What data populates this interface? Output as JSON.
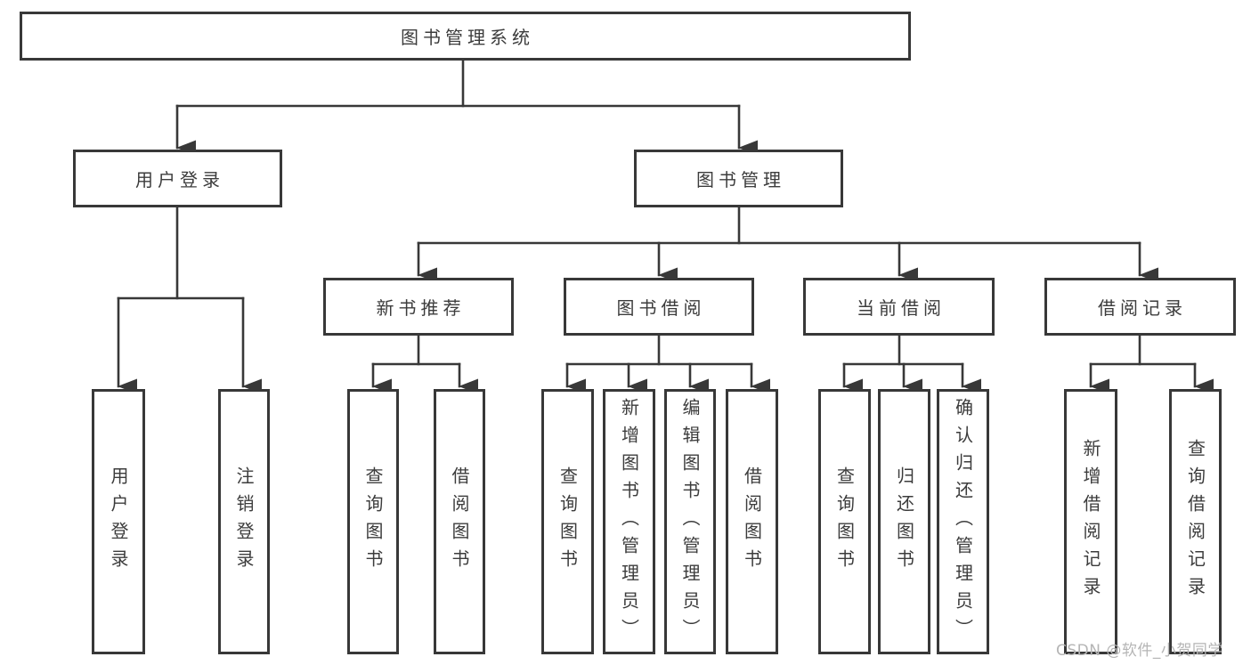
{
  "diagram": {
    "root": {
      "label": "图书管理系统"
    },
    "level2": [
      {
        "label": "用户登录"
      },
      {
        "label": "图书管理"
      }
    ],
    "level3": [
      {
        "label": "新书推荐",
        "parent": "图书管理"
      },
      {
        "label": "图书借阅",
        "parent": "图书管理"
      },
      {
        "label": "当前借阅",
        "parent": "图书管理"
      },
      {
        "label": "借阅记录",
        "parent": "图书管理"
      }
    ],
    "leaves": [
      {
        "label": "用户登录",
        "parent": "用户登录"
      },
      {
        "label": "注销登录",
        "parent": "用户登录"
      },
      {
        "label": "查询图书",
        "parent": "新书推荐"
      },
      {
        "label": "借阅图书",
        "parent": "新书推荐"
      },
      {
        "label": "查询图书",
        "parent": "图书借阅"
      },
      {
        "label": "新增图书（管理员）",
        "parent": "图书借阅"
      },
      {
        "label": "编辑图书（管理员）",
        "parent": "图书借阅"
      },
      {
        "label": "借阅图书",
        "parent": "图书借阅"
      },
      {
        "label": "查询图书",
        "parent": "当前借阅"
      },
      {
        "label": "归还图书",
        "parent": "当前借阅"
      },
      {
        "label": "确认归还（管理员）",
        "parent": "当前借阅"
      },
      {
        "label": "新增借阅记录",
        "parent": "借阅记录"
      },
      {
        "label": "查询借阅记录",
        "parent": "借阅记录"
      }
    ],
    "watermark": "CSDN @软件_小贺同学",
    "colors": {
      "line": "#383838",
      "text": "#3c3c3c",
      "box_background": "#ffffff",
      "watermark": "#b5b5b5",
      "page_background": "#ffffff"
    }
  }
}
